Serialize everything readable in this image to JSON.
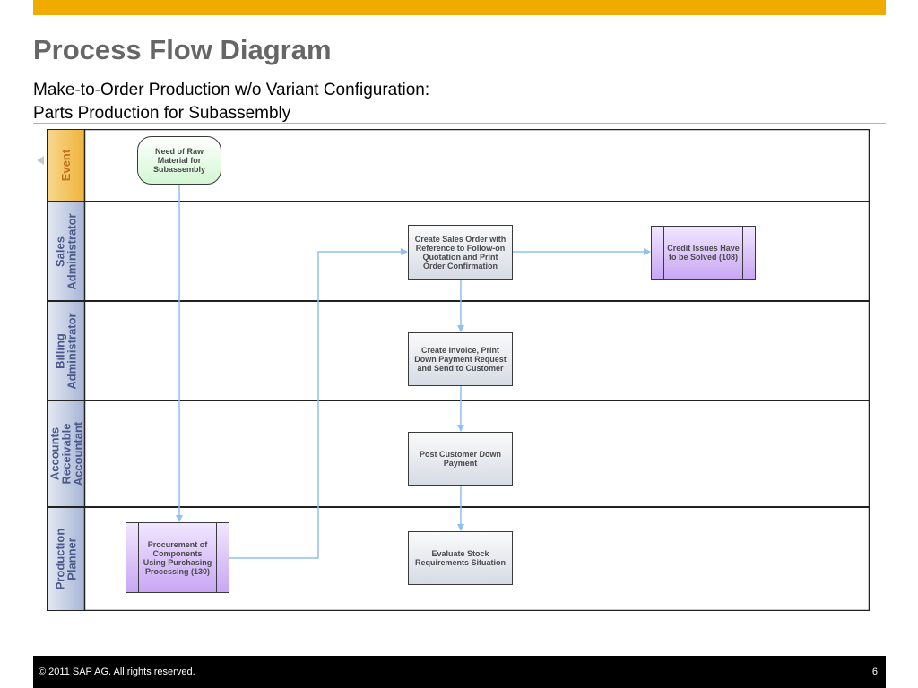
{
  "slide": {
    "title": "Process Flow Diagram",
    "subtitle_line1": "Make-to-Order Production w/o Variant Configuration:",
    "subtitle_line2": "Parts Production for Subassembly",
    "accent_color": "#f0ab00"
  },
  "lanes": {
    "event": "Event",
    "sales_administrator": "Sales\nAdministrator",
    "billing_administrator": "Billing\nAdministrator",
    "accounts_receivable_accountant": "Accounts\nReceivable\nAccountant",
    "production_planner": "Production\nPlanner"
  },
  "nodes": {
    "need_raw_material": "Need of Raw Material for Subassembly",
    "create_sales_order": "Create Sales Order with Reference to Follow-on Quotation and Print Order Confirmation",
    "credit_issues": "Credit Issues Have to be Solved (108)",
    "create_invoice": "Create Invoice, Print Down Payment Request and Send to Customer",
    "post_customer_down_payment": "Post Customer Down Payment",
    "procurement_components": "Procurement of Components Using Purchasing Processing (130)",
    "evaluate_stock": "Evaluate Stock Requirements Situation"
  },
  "colors": {
    "event_lane": "#f5c242",
    "role_lane": "#aab8d8",
    "event_node": "#d3f7d3",
    "subprocess_node": "#c9a7f3",
    "task_node": "#d6dce5",
    "connector": "#8fc0ef"
  },
  "footer": {
    "copyright": "©  2011 SAP AG. All rights reserved.",
    "page_number": "6"
  }
}
